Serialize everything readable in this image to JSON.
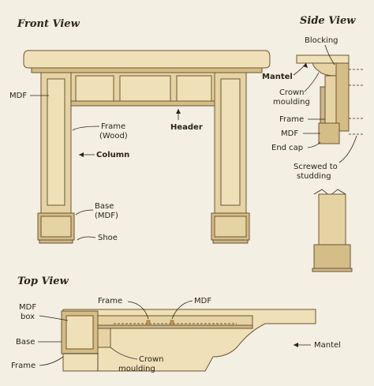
{
  "titles": {
    "front": "Front View",
    "side": "Side View",
    "top": "Top View"
  },
  "labels": {
    "front": {
      "mdf": "MDF",
      "frame_wood_1": "Frame",
      "frame_wood_2": "(Wood)",
      "column": "Column",
      "header": "Header",
      "base_1": "Base",
      "base_2": "(MDF)",
      "shoe": "Shoe"
    },
    "side": {
      "blocking": "Blocking",
      "mantel": "Mantel",
      "crown_1": "Crown",
      "crown_2": "moulding",
      "frame": "Frame",
      "mdf": "MDF",
      "end_cap": "End cap",
      "screwed_1": "Screwed to",
      "screwed_2": "studding"
    },
    "top": {
      "mdf_box_1": "MDF",
      "mdf_box_2": "box",
      "base": "Base",
      "frame_left": "Frame",
      "frame_top": "Frame",
      "mdf": "MDF",
      "crown_1": "Crown",
      "crown_2": "moulding",
      "mantel": "Mantel"
    }
  },
  "colors": {
    "background": "#f4efe3",
    "wood": "#e6d3a3",
    "outline": "#6b5634",
    "text": "#2b2418"
  }
}
